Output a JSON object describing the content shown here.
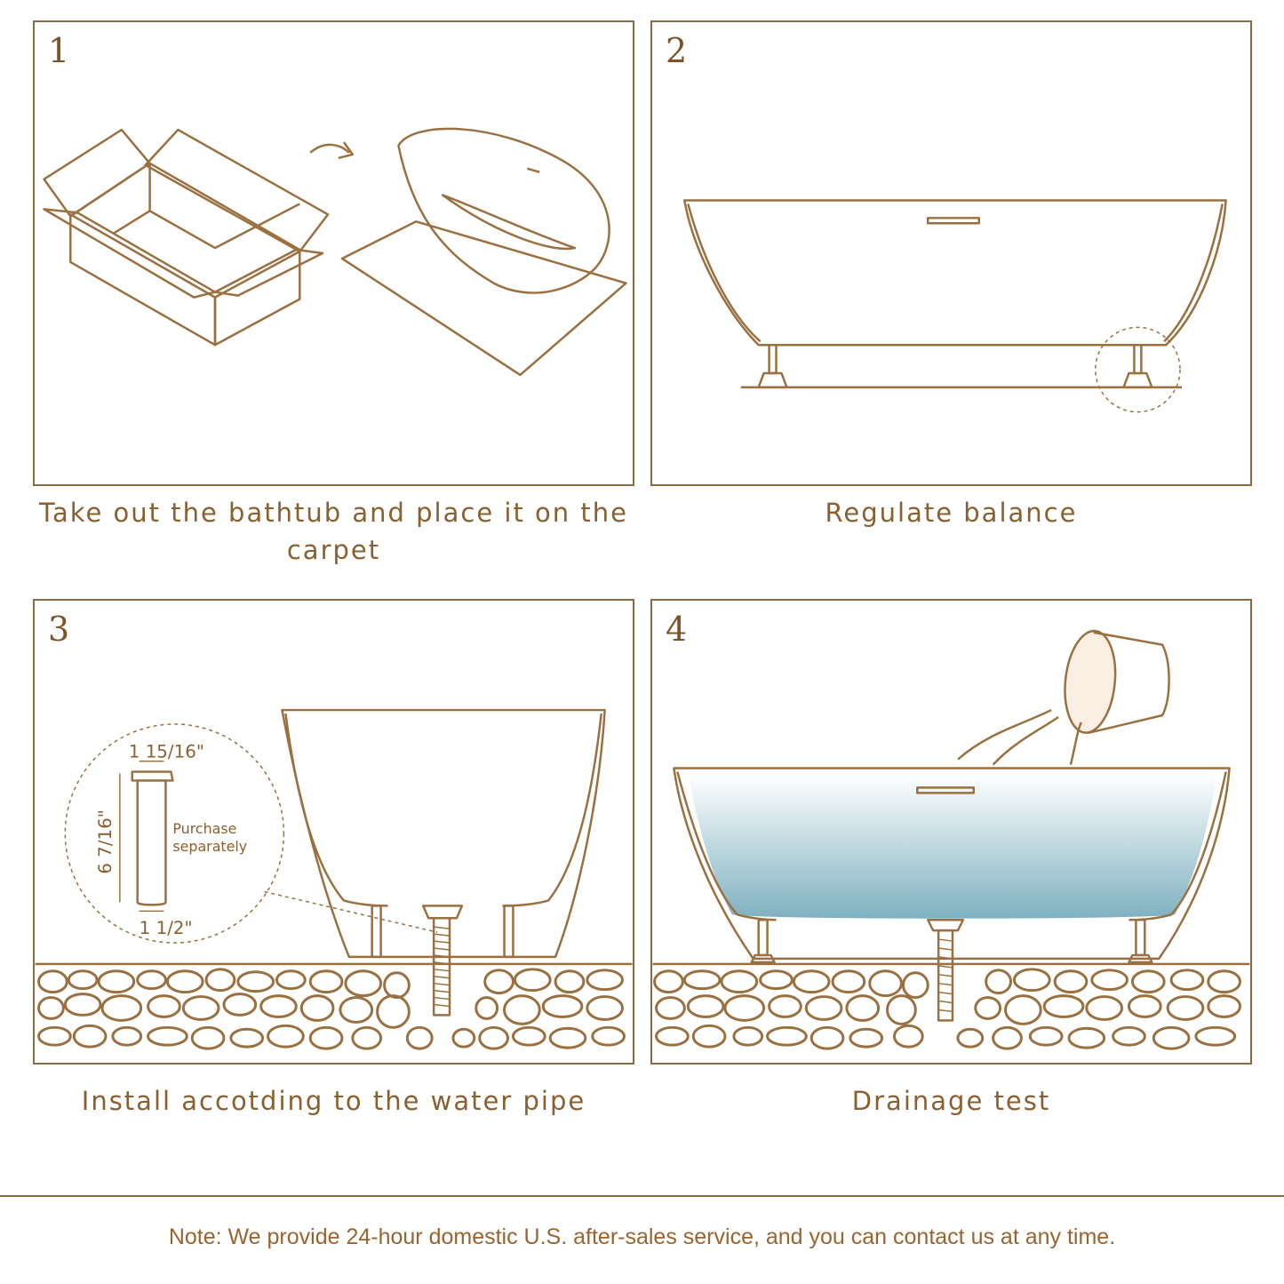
{
  "steps": [
    {
      "number": "1",
      "caption": "Take out the bathtub and place it on the carpet"
    },
    {
      "number": "2",
      "caption": "Regulate balance"
    },
    {
      "number": "3",
      "caption": "Install accotding to the water pipe"
    },
    {
      "number": "4",
      "caption": "Drainage test"
    }
  ],
  "pipe_detail": {
    "top_width": "1  15/16\"",
    "height": "6  7/16\"",
    "bottom_width": "1  1/2\"",
    "note_line1": "Purchase",
    "note_line2": "separately"
  },
  "footer_note": "Note: We provide 24-hour domestic U.S. after-sales service, and you can contact us at any time.",
  "colors": {
    "line": "#8a6a42",
    "text": "#8a6030",
    "water": "#7fb1c0"
  }
}
